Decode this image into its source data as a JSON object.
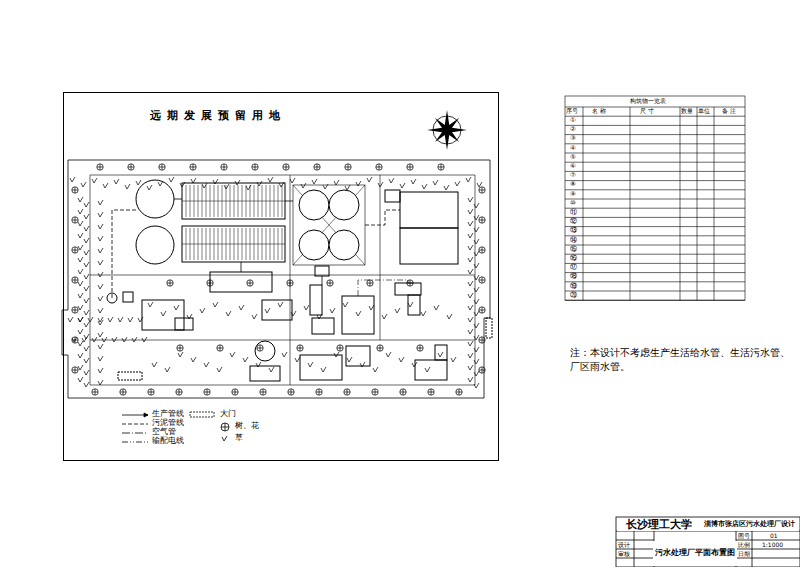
{
  "diagram": {
    "nodes": [
      {
        "text": [
          "长沙理工大学"
        ]
      },
      {
        "text": [
          "淄博市张店区污水处理厂设计"
        ]
      },
      {
        "text": [
          "污水处理厂平面布置图"
        ]
      }
    ],
    "labels": [
      "远期发展预留用地",
      "构筑物一览表",
      "序号",
      "名 称",
      "尺 寸",
      "数量",
      "单位",
      "备 注",
      "①",
      "②",
      "③",
      "④",
      "⑤",
      "⑥",
      "⑦",
      "⑧",
      "⑨",
      "⑩",
      "⑪",
      "⑫",
      "⑬",
      "⑭",
      "⑮",
      "⑯",
      "⑰",
      "⑱",
      "⑲",
      "⑳",
      "注：本设计不考虑生产生活给水管、生活污水管、厂区雨水管。",
      "设计",
      "审核",
      "图号",
      "比例",
      "日期",
      "01",
      "1:1000"
    ],
    "legend": [
      {
        "text": "生产管线"
      },
      {
        "text": "污泥管线"
      },
      {
        "text": "空气管"
      },
      {
        "text": "输配电线"
      },
      {
        "text": "大门"
      },
      {
        "text": "树、花"
      },
      {
        "text": "草"
      }
    ]
  }
}
